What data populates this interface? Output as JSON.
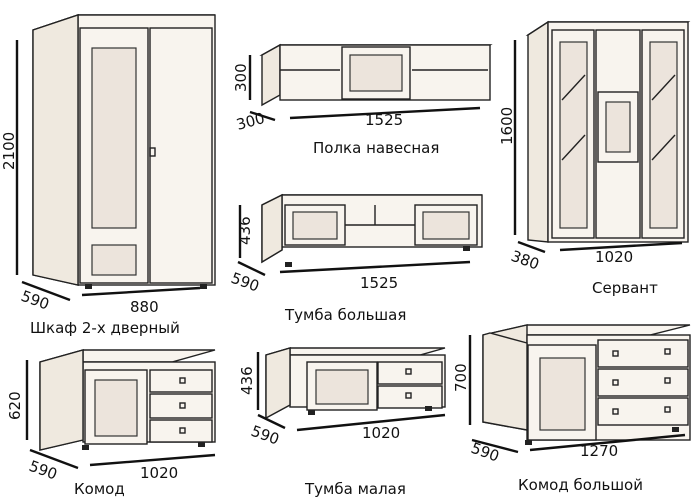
{
  "items": [
    {
      "title": "Шкаф 2-х дверный",
      "height": "2100",
      "depth": "590",
      "width": "880"
    },
    {
      "title": "Полка навесная",
      "height": "300",
      "depth": "300",
      "width": "1525"
    },
    {
      "title": "Сервант",
      "height": "1600",
      "depth": "380",
      "width": "1020"
    },
    {
      "title": "Тумба большая",
      "height": "436",
      "depth": "590",
      "width": "1525"
    },
    {
      "title": "Комод",
      "height": "620",
      "depth": "590",
      "width": "1020"
    },
    {
      "title": "Тумба малая",
      "height": "436",
      "depth": "590",
      "width": "1020"
    },
    {
      "title": "Комод большой",
      "height": "700",
      "depth": "590",
      "width": "1270"
    }
  ]
}
